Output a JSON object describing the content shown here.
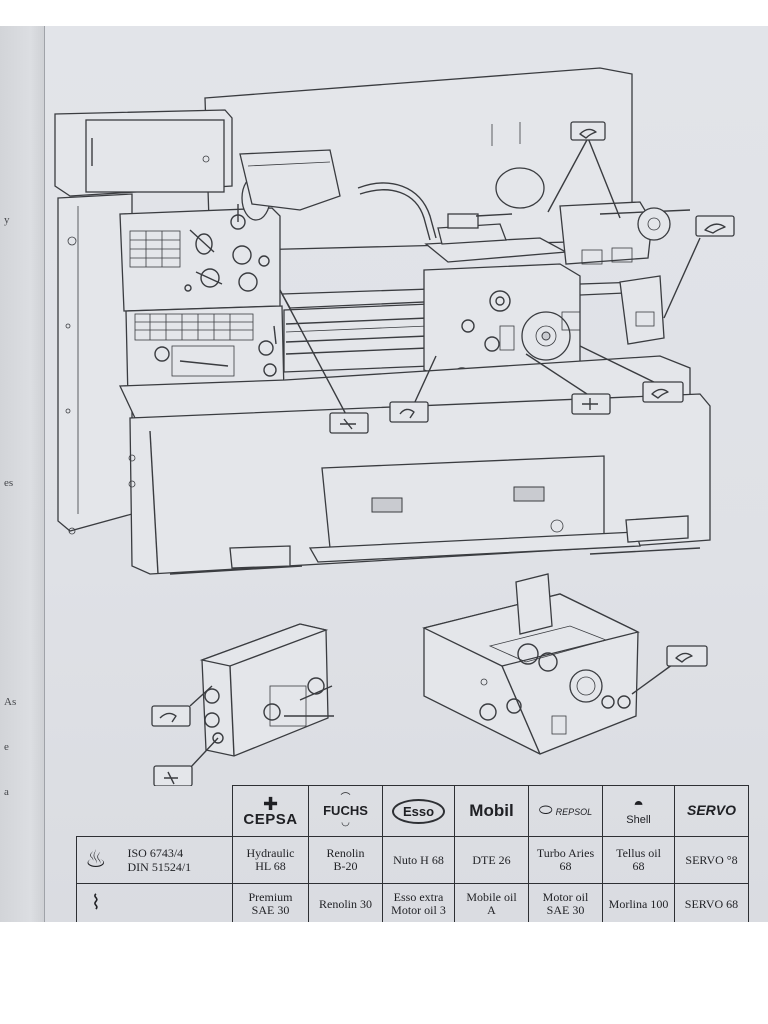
{
  "margin_fragments": [
    "y",
    "es",
    "As",
    "e",
    "a"
  ],
  "lubricant_table": {
    "brands": [
      {
        "name": "CEPSA",
        "icon": "cepsa-cross-logo"
      },
      {
        "name": "FUCHS",
        "icon": "fuchs-arc-logo"
      },
      {
        "name": "Esso",
        "icon": "esso-oval-logo"
      },
      {
        "name": "Mobil",
        "icon": ""
      },
      {
        "name": "REPSOL",
        "icon": "repsol-drop-logo"
      },
      {
        "name": "Shell",
        "icon": "shell-pecten-logo"
      },
      {
        "name": "SERVO",
        "icon": ""
      }
    ],
    "rows": [
      {
        "icon": "oil-can-icon",
        "spec_line1": "ISO 6743/4",
        "spec_line2": "DIN 51524/1",
        "products": [
          [
            "Hydraulic",
            "HL 68"
          ],
          [
            "Renolin",
            "B-20"
          ],
          [
            "Nuto H 68"
          ],
          [
            "DTE 26"
          ],
          [
            "Turbo Aries",
            "68"
          ],
          [
            "Tellus oil",
            "68"
          ],
          [
            "SERVO °8"
          ]
        ]
      },
      {
        "icon": "oiler-icon",
        "spec_line1": "",
        "spec_line2": "",
        "products": [
          [
            "Premium",
            "SAE 30"
          ],
          [
            "Renolin 30"
          ],
          [
            "Esso extra",
            "Motor oil 3"
          ],
          [
            "Mobile oil",
            "A"
          ],
          [
            "Motor oil",
            "SAE 30"
          ],
          [
            "Morlina 100"
          ],
          [
            "SERVO 68"
          ]
        ]
      }
    ]
  },
  "colors": {
    "paper": "#dfe1e6",
    "ink": "#2e3034"
  }
}
